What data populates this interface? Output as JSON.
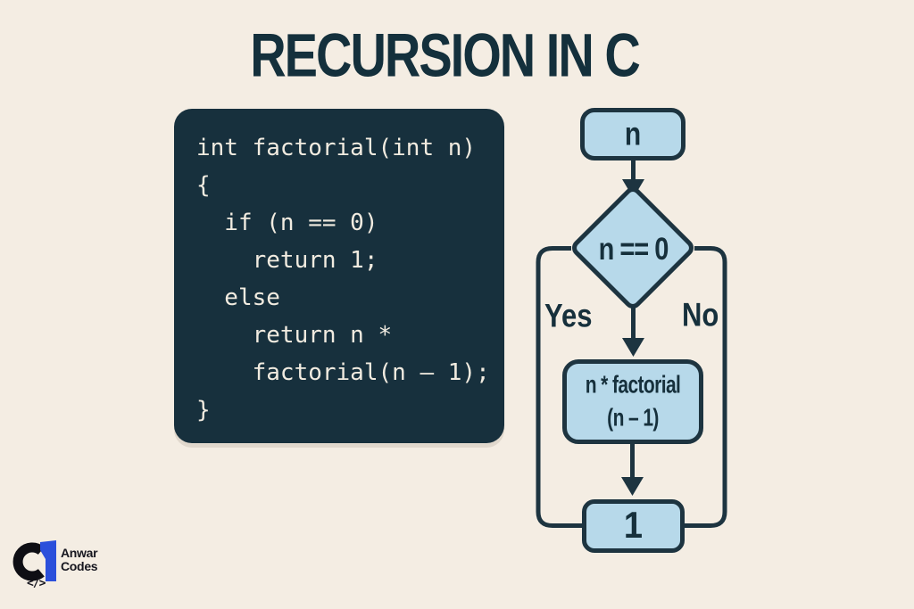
{
  "title": "RECURSION IN C",
  "code_panel": {
    "lines": [
      "int factorial(int n)",
      "{",
      "  if (n == 0)",
      "    return 1;",
      "  else",
      "    return n *",
      "    factorial(n – 1);",
      "}"
    ]
  },
  "flowchart": {
    "start_label": "n",
    "decision_label": "n == 0",
    "yes_label": "Yes",
    "no_label": "No",
    "recurse_line1": "n * factorial",
    "recurse_line2": "(n – 1)",
    "result_label": "1"
  },
  "logo": {
    "name_line1": "Anwar",
    "name_line2": "Codes",
    "code_tag": "</>"
  },
  "colors": {
    "background": "#f4ede3",
    "panel_navy": "#17303d",
    "node_blue": "#b7d9ea",
    "outline_navy": "#1d3440",
    "ink_navy": "#14303c",
    "code_text": "#f1ebe0",
    "logo_blue": "#2b4fdb",
    "logo_black": "#0e0e14"
  }
}
